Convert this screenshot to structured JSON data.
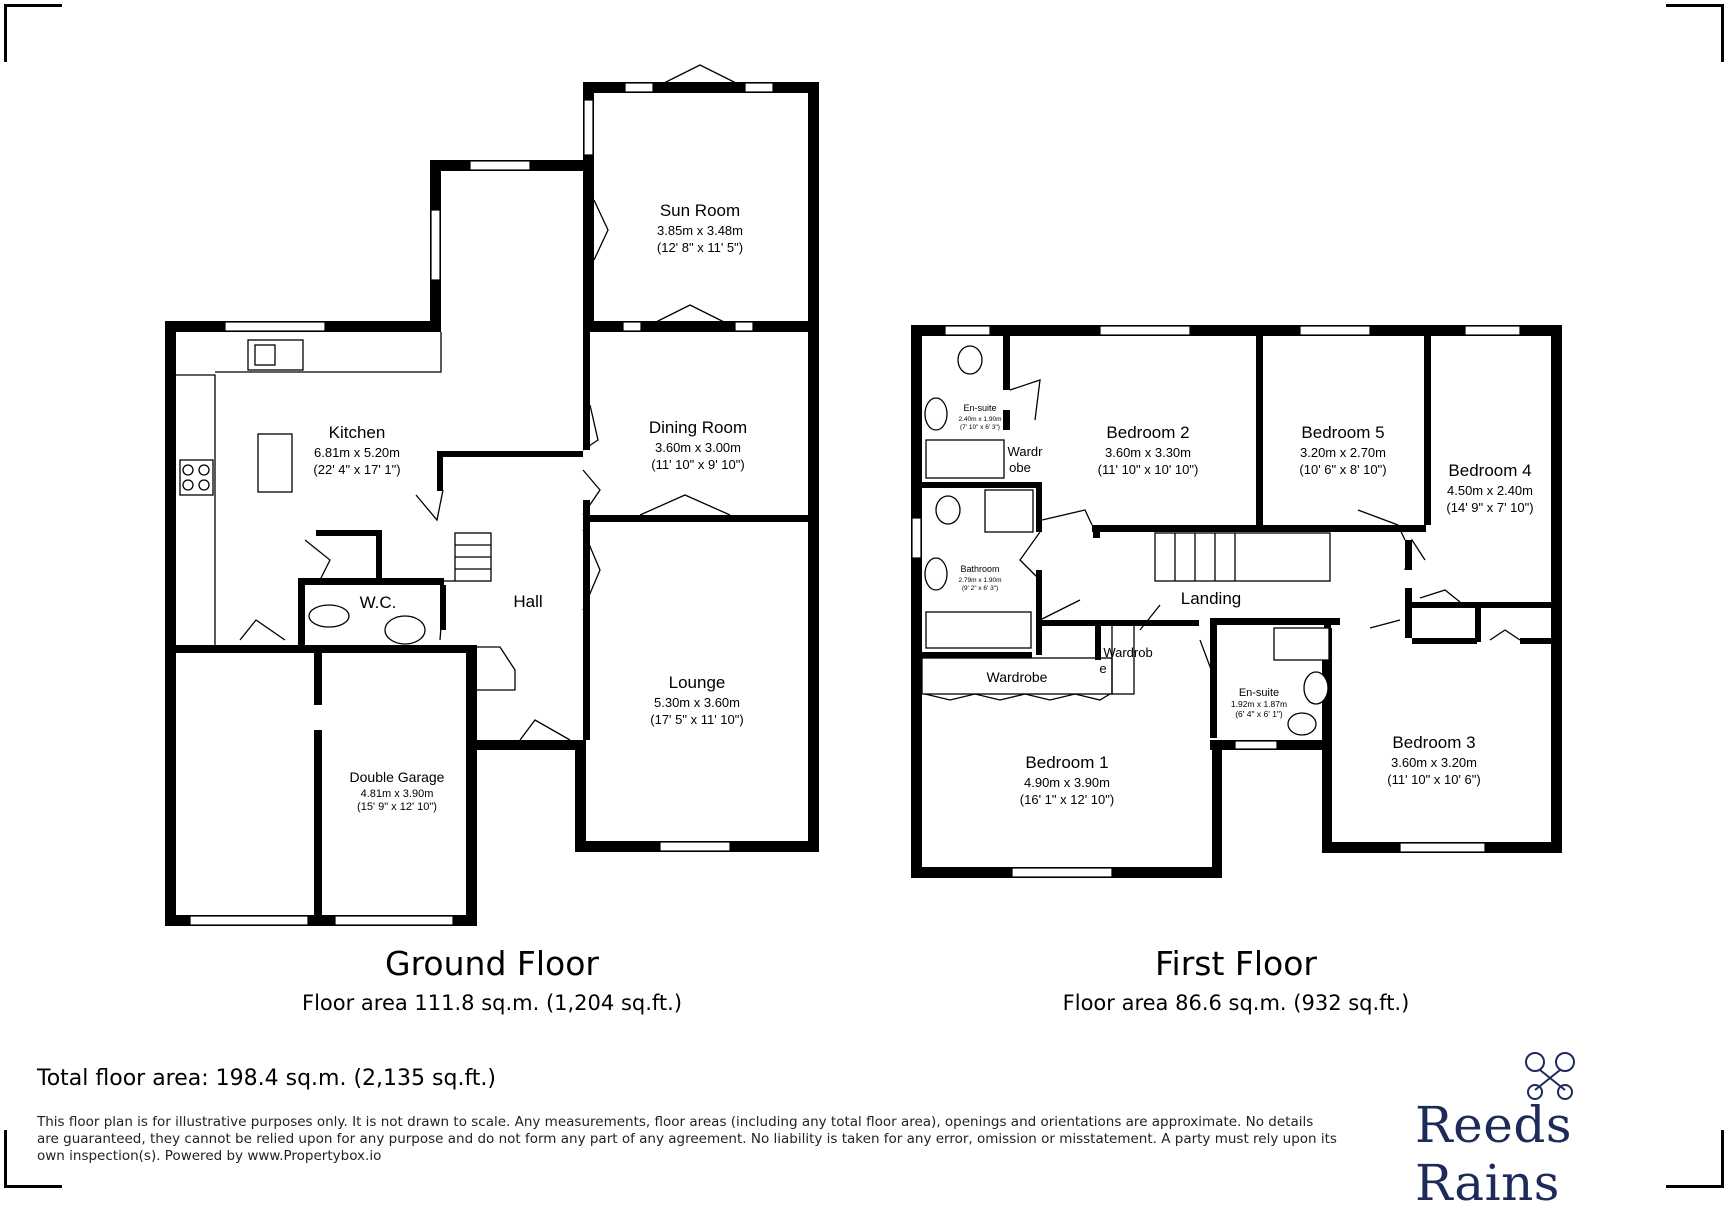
{
  "ground_floor": {
    "title": "Ground Floor",
    "area": "Floor area 111.8 sq.m. (1,204 sq.ft.)",
    "rooms": {
      "sun_room": {
        "name": "Sun Room",
        "metric": "3.85m x 3.48m",
        "imperial": "(12' 8\" x 11' 5\")"
      },
      "kitchen": {
        "name": "Kitchen",
        "metric": "6.81m x 5.20m",
        "imperial": "(22' 4\" x 17' 1\")"
      },
      "dining_room": {
        "name": "Dining Room",
        "metric": "3.60m x 3.00m",
        "imperial": "(11' 10\" x 9' 10\")"
      },
      "wc": {
        "name": "W.C."
      },
      "hall": {
        "name": "Hall"
      },
      "lounge": {
        "name": "Lounge",
        "metric": "5.30m x 3.60m",
        "imperial": "(17' 5\" x 11' 10\")"
      },
      "garage": {
        "name": "Double Garage",
        "metric": "4.81m x 3.90m",
        "imperial": "(15' 9\" x 12' 10\")"
      }
    }
  },
  "first_floor": {
    "title": "First Floor",
    "area": "Floor area 86.6 sq.m. (932 sq.ft.)",
    "rooms": {
      "ensuite1": {
        "name": "En-suite",
        "metric": "2.40m x 1.90m",
        "imperial": "(7' 10\" x 6' 3\")"
      },
      "bedroom2": {
        "name": "Bedroom 2",
        "metric": "3.60m x 3.30m",
        "imperial": "(11' 10\" x 10' 10\")"
      },
      "bedroom5": {
        "name": "Bedroom 5",
        "metric": "3.20m x 2.70m",
        "imperial": "(10' 6\" x 8' 10\")"
      },
      "bedroom4": {
        "name": "Bedroom 4",
        "metric": "4.50m x 2.40m",
        "imperial": "(14' 9\" x 7' 10\")"
      },
      "wardrobe_small_a": "Wardr",
      "wardrobe_small_b": "obe",
      "bathroom": {
        "name": "Bathroom",
        "metric": "2.79m x 1.90m",
        "imperial": "(9' 2\" x 6' 3\")"
      },
      "landing": {
        "name": "Landing"
      },
      "wardrobe": "Wardrobe",
      "wardrobe_b_a": "Wardrob",
      "wardrobe_b_b": "e",
      "ensuite2": {
        "name": "En-suite",
        "metric": "1.92m x 1.87m",
        "imperial": "(6' 4\" x 6' 1\")"
      },
      "bedroom1": {
        "name": "Bedroom 1",
        "metric": "4.90m x 3.90m",
        "imperial": "(16' 1\" x 12' 10\")"
      },
      "bedroom3": {
        "name": "Bedroom 3",
        "metric": "3.60m x 3.20m",
        "imperial": "(11' 10\" x 10' 6\")"
      }
    }
  },
  "total_area": "Total floor area: 198.4 sq.m. (2,135 sq.ft.)",
  "disclaimer": "This floor plan is for illustrative purposes only. It is not drawn to scale. Any measurements, floor areas (including any total floor area), openings and orientations are approximate. No details are guaranteed, they cannot be relied upon for any purpose and do not form any part of any agreement. No liability is taken for any error, omission or misstatement. A party must rely upon its own inspection(s). Powered by www.Propertybox.io",
  "logo": {
    "text": "Reeds Rains",
    "color": "#1e2b5a"
  }
}
